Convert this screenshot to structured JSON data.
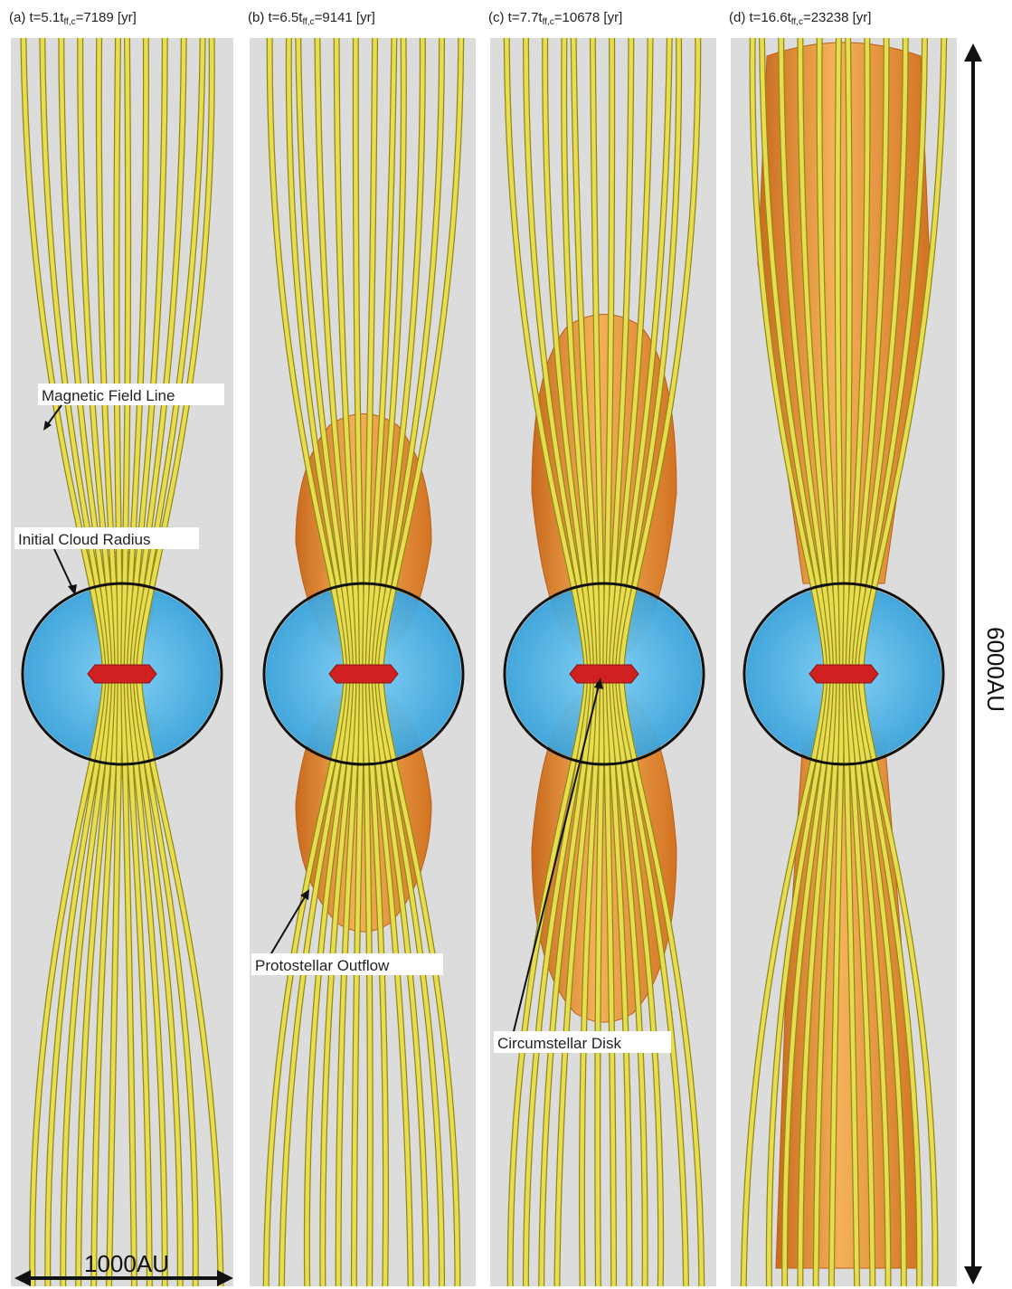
{
  "panels": [
    {
      "id": "a",
      "title": "(a) t=5.1t",
      "sub": "ff,c",
      "tail": "=7189 [yr]",
      "outflow": "small"
    },
    {
      "id": "b",
      "title": "(b) t=6.5t",
      "sub": "ff,c",
      "tail": "=9141 [yr]",
      "outflow": "medium"
    },
    {
      "id": "c",
      "title": "(c) t=7.7t",
      "sub": "ff,c",
      "tail": "=10678 [yr]",
      "outflow": "large"
    },
    {
      "id": "d",
      "title": "(d) t=16.6t",
      "sub": "ff,c",
      "tail": "=23238 [yr]",
      "outflow": "huge"
    }
  ],
  "annotations": {
    "magnetic_field_line": "Magnetic Field Line",
    "initial_cloud_radius": "Initial Cloud Radius",
    "protostellar_outflow": "Protostellar Outflow",
    "circumstellar_disk": "Circumstellar Disk"
  },
  "scale": {
    "horizontal": "1000AU",
    "vertical": "6000AU"
  },
  "colors": {
    "background": "#dcdcdc",
    "field_line": "#e8dc50",
    "outflow": "#e8903a",
    "cloud": "#4fb6e6",
    "disk": "#d02020"
  }
}
